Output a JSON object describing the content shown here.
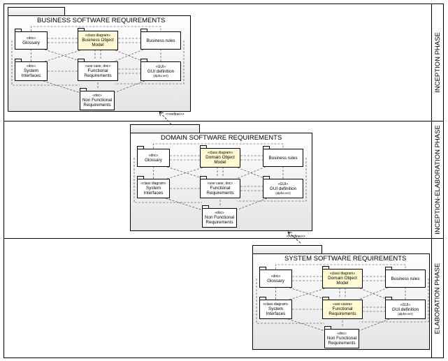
{
  "phases": [
    {
      "label": "INCEPTION PHASE"
    },
    {
      "label": "INCEPTION-ELABORATION PHASE"
    },
    {
      "label": "ELABORATION PHASE"
    }
  ],
  "packages": [
    {
      "title": "BUSINESS SOFTWARE REQUIREMENTS",
      "nodes": {
        "glossary": {
          "stereotype": "«doc»",
          "label": "Glossary"
        },
        "object_model": {
          "stereotype": "«class diagram»",
          "label": "Business Object Model"
        },
        "rules": {
          "stereotype": "",
          "label": "Business rules"
        },
        "interfaces": {
          "stereotype": "«doc»",
          "label": "System Interfaces"
        },
        "functional": {
          "stereotype": "«use case, doc»",
          "label": "Functional Requirements"
        },
        "gui": {
          "stereotype": "«GUI»",
          "label": "GUI definition",
          "sub": "(alpha ver)"
        },
        "nonfunctional": {
          "stereotype": "«doc»",
          "label": "Non Functional Requirements"
        }
      }
    },
    {
      "title": "DOMAIN SOFTWARE REQUIREMENTS",
      "nodes": {
        "glossary": {
          "stereotype": "«doc»",
          "label": "Glossary"
        },
        "object_model": {
          "stereotype": "«class diagram»",
          "label": "Domain Object Model"
        },
        "rules": {
          "stereotype": "",
          "label": "Business rules"
        },
        "interfaces": {
          "stereotype": "«class diagram»",
          "label": "System Interfaces"
        },
        "functional": {
          "stereotype": "«use case, doc»",
          "label": "Functional Requirements"
        },
        "gui": {
          "stereotype": "«GUI»",
          "label": "GUI definition",
          "sub": "(alpha ver)"
        },
        "nonfunctional": {
          "stereotype": "«doc»",
          "label": "Non Functional Requirements"
        }
      }
    },
    {
      "title": "SYSTEM SOFTWARE REQUIREMENTS",
      "nodes": {
        "glossary": {
          "stereotype": "«doc»",
          "label": "Glossary"
        },
        "object_model": {
          "stereotype": "«class diagram»",
          "label": "Domain Object Model"
        },
        "rules": {
          "stereotype": "",
          "label": "Business rules"
        },
        "interfaces": {
          "stereotype": "«class diagram»",
          "label": "System Interfaces"
        },
        "functional": {
          "stereotype": "«use cases»",
          "label": "Functional Requirements"
        },
        "gui": {
          "stereotype": "«GUI»",
          "label": "GUI definition",
          "sub": "(alpha ver)"
        },
        "nonfunctional": {
          "stereotype": "«doc»",
          "label": "Non Functional Requirements"
        }
      }
    }
  ],
  "refine_label": "<<refine>>",
  "colors": {
    "highlight": "#fffad2",
    "line": "#000000"
  }
}
